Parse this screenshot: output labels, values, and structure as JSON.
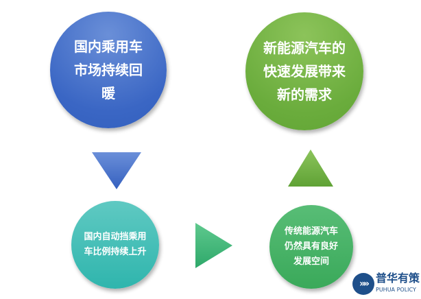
{
  "nodes": [
    {
      "id": "top-left",
      "text": "国内乘用车市场持续回暖",
      "color": "#3a66c4"
    },
    {
      "id": "top-right",
      "text": "新能源汽车的快速发展带来新的需求",
      "color": "#6aac3c"
    },
    {
      "id": "bottom-left",
      "text": "国内自动挡乘用车比例持续上升",
      "color": "#3bbdb5"
    },
    {
      "id": "bottom-right",
      "text": "传统能源汽车仍然具有良好发展空间",
      "color": "#45b065"
    }
  ],
  "arrows": [
    {
      "direction": "down",
      "color": "#3f6ac4"
    },
    {
      "direction": "right",
      "color": "#3db67a"
    },
    {
      "direction": "up",
      "color": "#6aac3c"
    }
  ],
  "watermark": {
    "cn": "普华有策",
    "en": "PUHUA POLICY",
    "mark": "»»"
  }
}
